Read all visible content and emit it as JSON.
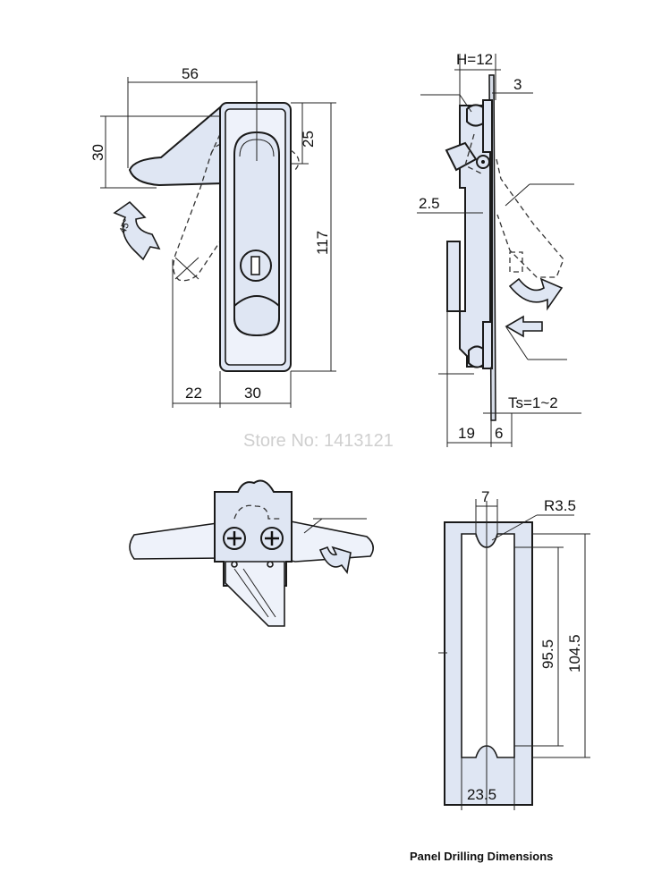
{
  "watermark": "Store No: 1413121",
  "caption": "Panel Drilling Dimensions",
  "front_view": {
    "dim_width_total": "56",
    "dim_handle_height": "30",
    "dim_top_offset": "25",
    "dim_height": "117",
    "dim_handle_reach": "22",
    "dim_body_width": "30",
    "angle": "45°"
  },
  "side_view": {
    "dim_h": "H=12",
    "dim_flange": "3",
    "dim_gap": "2.5",
    "dim_depth": "19",
    "dim_panel": "6",
    "dim_ts": "Ts=1~2"
  },
  "cutout": {
    "dim_notch": "7",
    "dim_radius": "R3.5",
    "dim_inner_height": "95.5",
    "dim_outer_height": "104.5",
    "dim_width": "23.5"
  }
}
